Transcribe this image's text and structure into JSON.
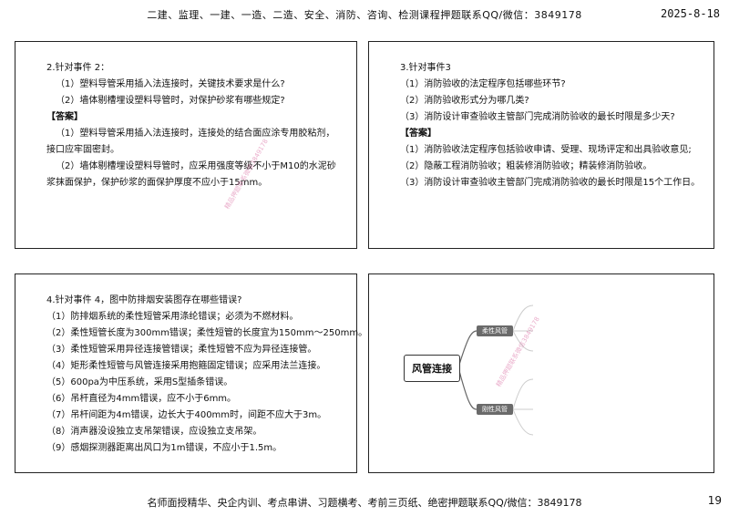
{
  "header": {
    "text": "二建、监理、一建、一造、二造、安全、消防、咨询、检测课程押题联系QQ/微信：3849178",
    "date": "2025-8-18"
  },
  "panel1": {
    "lines": [
      "2.针对事件 2：",
      "（1）塑料导管采用插入法连接时，关键技术要求是什么?",
      "（2）墙体剔槽埋设塑料导管时，对保护砂浆有哪些规定?",
      "【答案】",
      "（1）塑料导管采用插入法连接时，连接处的结合面应涂专用胶粘剂，接口应牢固密封。",
      "（2）墙体剔槽埋设塑料导管时，应采用强度等级不小于M10的水泥砂浆抹面保护，保护砂浆的面保护厚度不应小于15mm。"
    ],
    "watermark": "精品押题联系微信3849178"
  },
  "panel2": {
    "lines": [
      "3.针对事件3",
      "（1）消防验收的法定程序包括哪些环节?",
      "（2）消防验收形式分为哪几类?",
      "（3）消防设计审查验收主管部门完成消防验收的最长时限是多少天?",
      "【答案】",
      "（1）消防验收法定程序包括验收申请、受理、现场评定和出具验收意见;",
      "（2）隐蔽工程消防验收；粗装修消防验收；精装修消防验收。",
      "（3）消防设计审查验收主管部门完成消防验收的最长时限是15个工作日。"
    ]
  },
  "panel3": {
    "lines": [
      "4.针对事件 4，图中防排烟安装图存在哪些错误?",
      "（1）防排烟系统的柔性短管采用涤纶错误；必须为不燃材料。",
      "（2）柔性短管长度为300mm错误；柔性短管的长度宜为150mm～250mm。",
      "（3）柔性短管采用异径连接管错误；柔性短管不应为异径连接管。",
      "（4）矩形柔性短管与风管连接采用抱箍固定错误；应采用法兰连接。",
      "（5）600pa为中压系统，采用S型插条错误。",
      "（6）吊杆直径为4mm错误，应不小于6mm。",
      "（7）吊杆间距为4m错误，边长大于400mm时，间距不应大于3m。",
      "（8）消声器没设独立支吊架错误，应设独立支吊架。",
      "（9）感烟探测器距离出风口为1m错误，不应小于1.5m。"
    ]
  },
  "panel4": {
    "center": "风管连接",
    "node_top": "柔性风管",
    "node_bottom": "刚性风管",
    "watermark": "精品押题联系微信3849178"
  },
  "footer": {
    "text": "名师面授精华、央企内训、考点串讲、习题横考、考前三页纸、绝密押题联系QQ/微信：3849178",
    "page": "19"
  }
}
